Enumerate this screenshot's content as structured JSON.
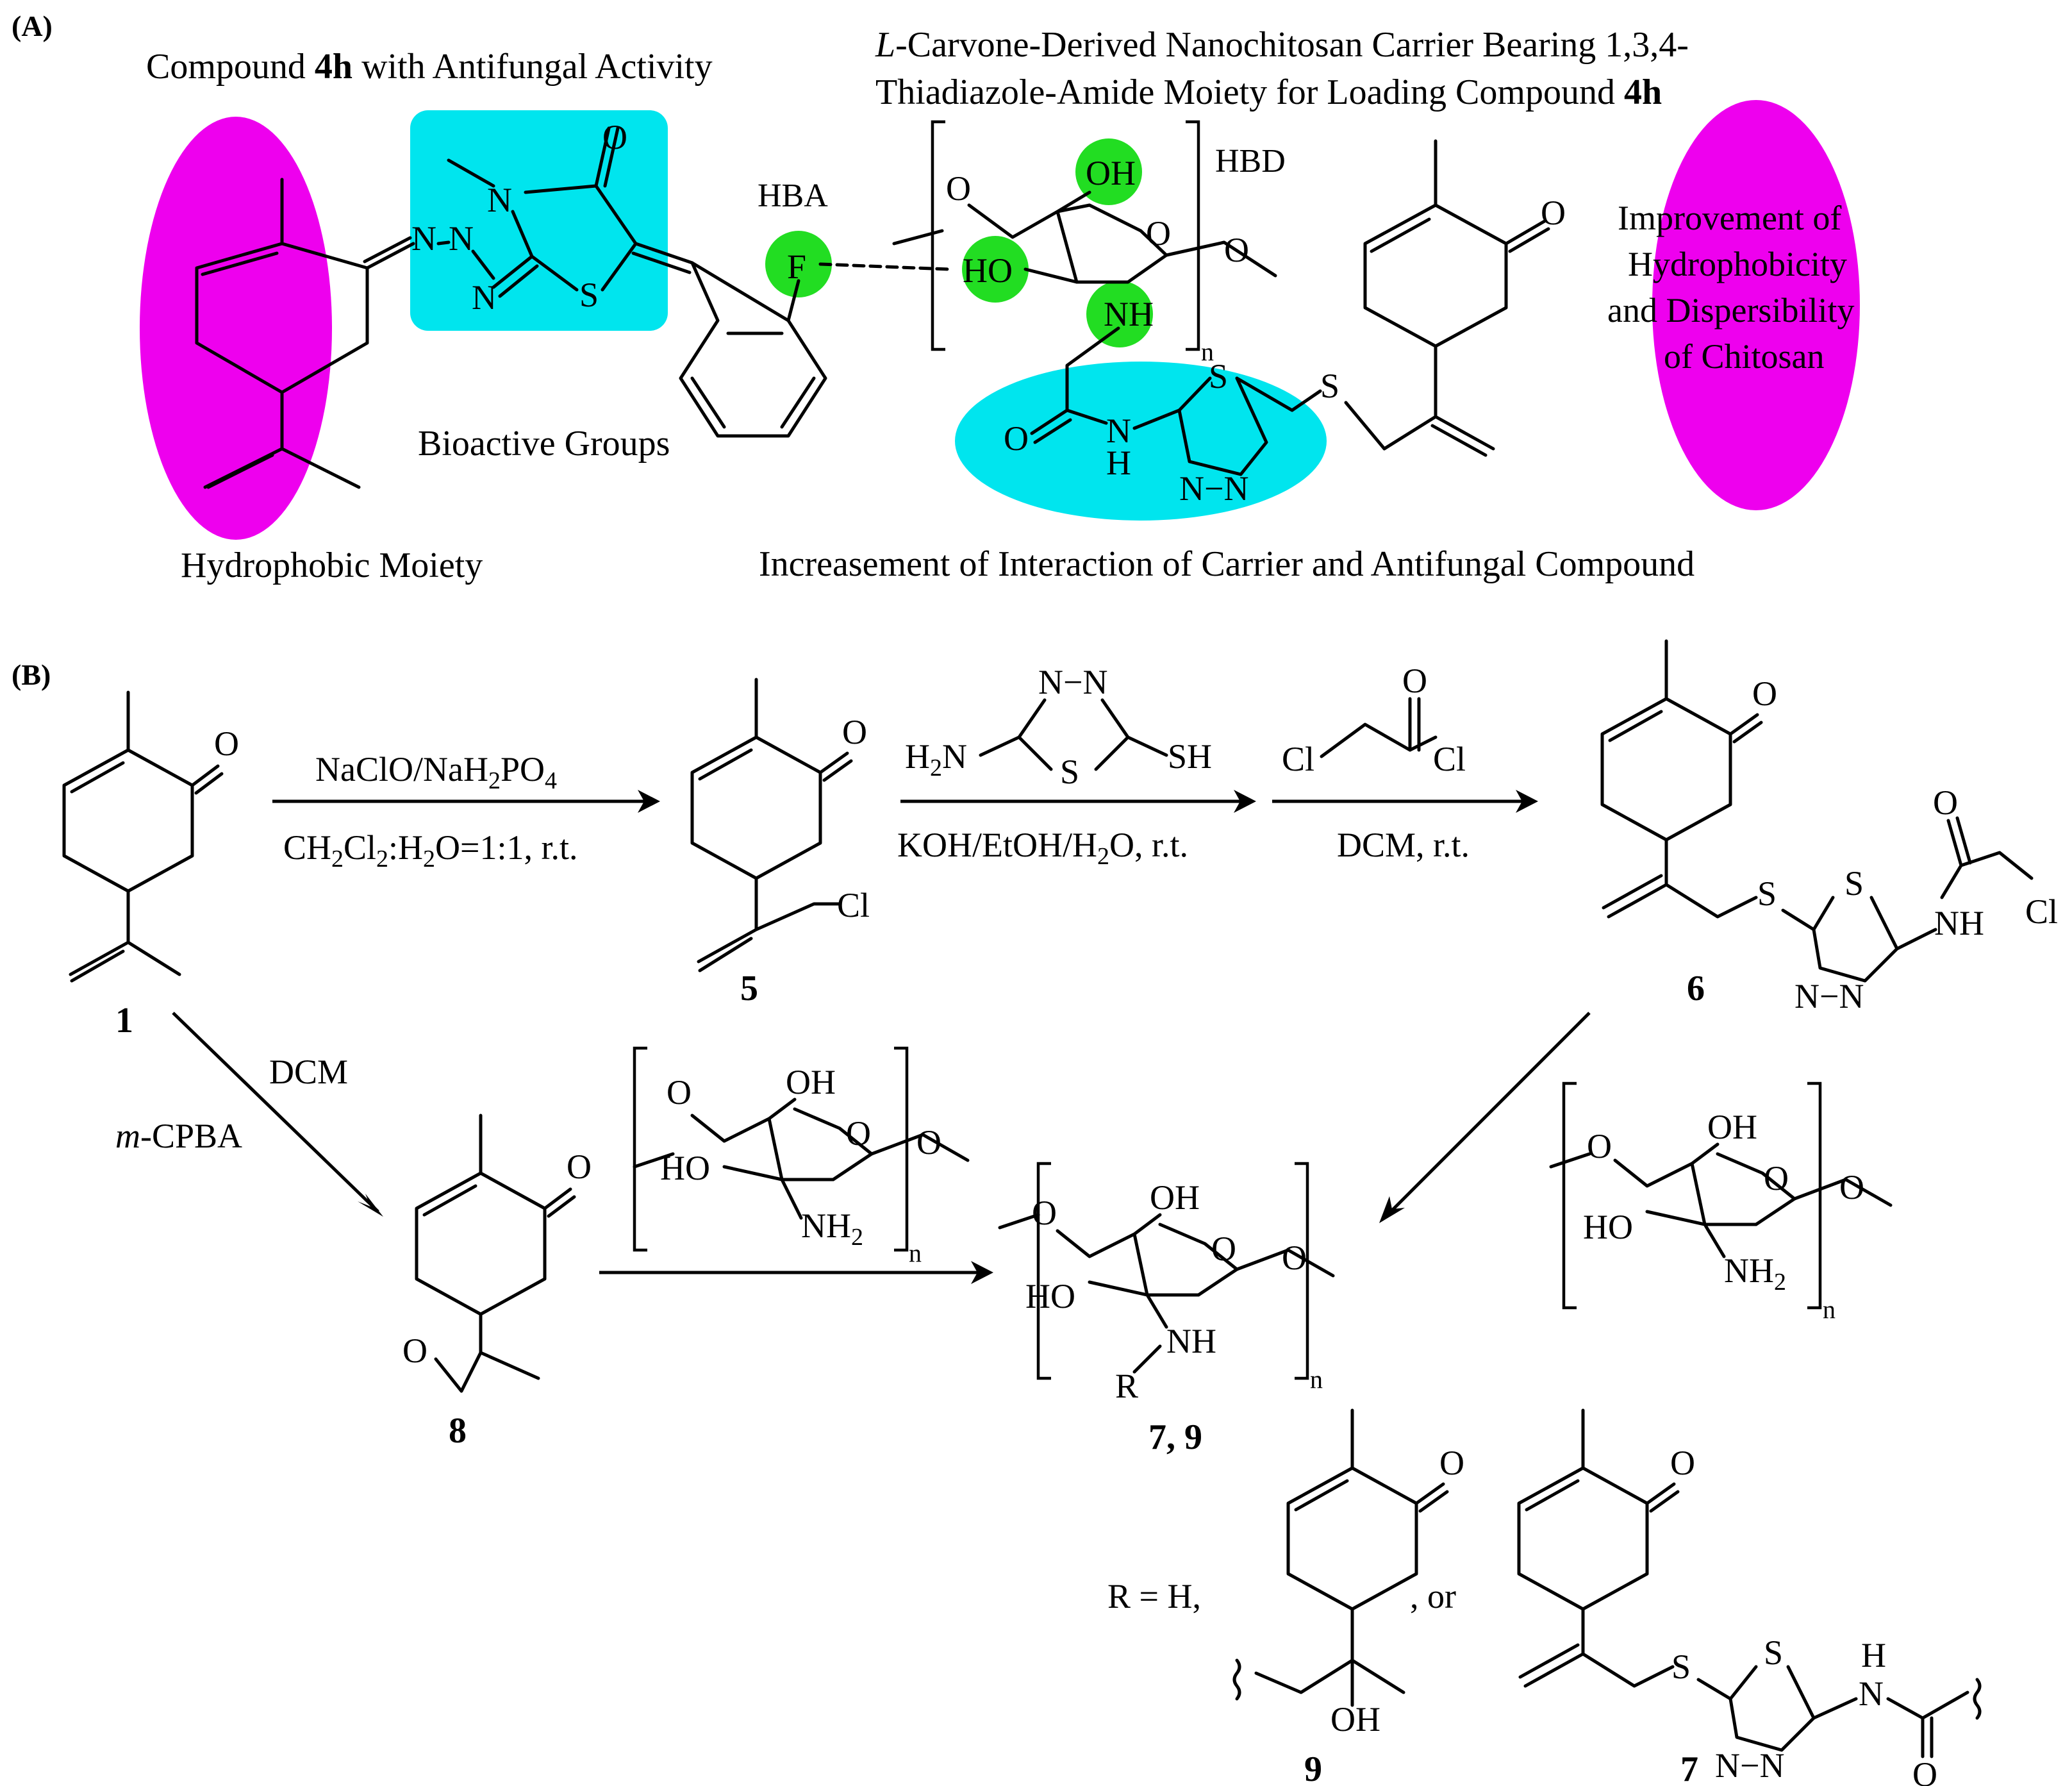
{
  "panel_a": {
    "label": "(A)",
    "title_left_pre": "Compound ",
    "title_left_bold": "4h",
    "title_left_post": " with Antifungal Activity",
    "title_right_line1": "L-Carvone-Derived Nanochitosan Carrier Bearing 1,3,4-",
    "title_right_line2_pre": "Thiadiazole-Amide Moiety for Loading Compound ",
    "title_right_line2_bold": "4h",
    "hba": "HBA",
    "hbd": "HBD",
    "bioactive": "Bioactive Groups",
    "hydrophobic": "Hydrophobic Moiety",
    "improvement": [
      "Improvement of",
      "Hydrophobicity",
      "and Dispersibility",
      "of Chitosan"
    ],
    "increasement": "Increasement of Interaction of Carrier and Antifungal Compound",
    "colors": {
      "magenta": "#ee00ee",
      "cyan": "#00e5ee",
      "green": "#22dd22"
    }
  },
  "panel_b": {
    "label": "(B)",
    "step1_top": "NaClO/NaH2PO4",
    "step1_bottom": "CH2Cl2:H2O=1:1, r.t.",
    "step2_reagent": "H2N, SH (2-amino-5-mercapto-1,3,4-thiadiazole)",
    "step2_bottom": "KOH/EtOH/H2O, r.t.",
    "step3_bottom": "DCM, r.t.",
    "epox_top": "DCM",
    "epox_bottom": "m-CPBA",
    "compounds": [
      "1",
      "5",
      "6",
      "8",
      "7, 9",
      "9",
      "7"
    ],
    "r_def": "R = H,",
    "or": ", or"
  }
}
